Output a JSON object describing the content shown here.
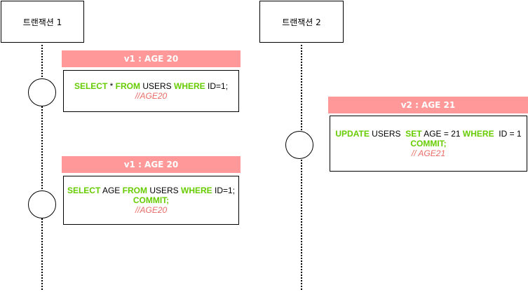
{
  "transactions": [
    {
      "label": "트랜잭션 1"
    },
    {
      "label": "트랜잭션 2"
    }
  ],
  "notes": [
    {
      "banner": "v1 : AGE 20",
      "lines": [
        [
          {
            "t": "SELECT",
            "k": "kw"
          },
          {
            "t": " * ",
            "k": "tx"
          },
          {
            "t": "FROM",
            "k": "kw"
          },
          {
            "t": " USERS ",
            "k": "tx"
          },
          {
            "t": "WHERE",
            "k": "kw"
          },
          {
            "t": " ID=1;",
            "k": "tx"
          }
        ]
      ],
      "comment": "//AGE20"
    },
    {
      "banner": "v1 : AGE 20",
      "lines": [
        [
          {
            "t": "SELECT",
            "k": "kw"
          },
          {
            "t": " AGE ",
            "k": "tx"
          },
          {
            "t": "FROM",
            "k": "kw"
          },
          {
            "t": " USERS ",
            "k": "tx"
          },
          {
            "t": "WHERE",
            "k": "kw"
          },
          {
            "t": " ID=1;",
            "k": "tx"
          }
        ],
        [
          {
            "t": "COMMIT;",
            "k": "kw"
          }
        ]
      ],
      "comment": "//AGE20"
    },
    {
      "banner": "v2 : AGE 21",
      "lines": [
        [
          {
            "t": "UPDATE",
            "k": "kw"
          },
          {
            "t": " USERS  ",
            "k": "tx"
          },
          {
            "t": "SET",
            "k": "kw"
          },
          {
            "t": " AGE = 21 ",
            "k": "tx"
          },
          {
            "t": "WHERE",
            "k": "kw"
          },
          {
            "t": "  ID = 1",
            "k": "tx"
          }
        ],
        [
          {
            "t": "COMMIT;",
            "k": "kw"
          }
        ]
      ],
      "comment": "// AGE21"
    }
  ],
  "colors": {
    "banner_bg": "#ff9999",
    "keyword": "#66cc00",
    "comment": "#ea6b66"
  }
}
